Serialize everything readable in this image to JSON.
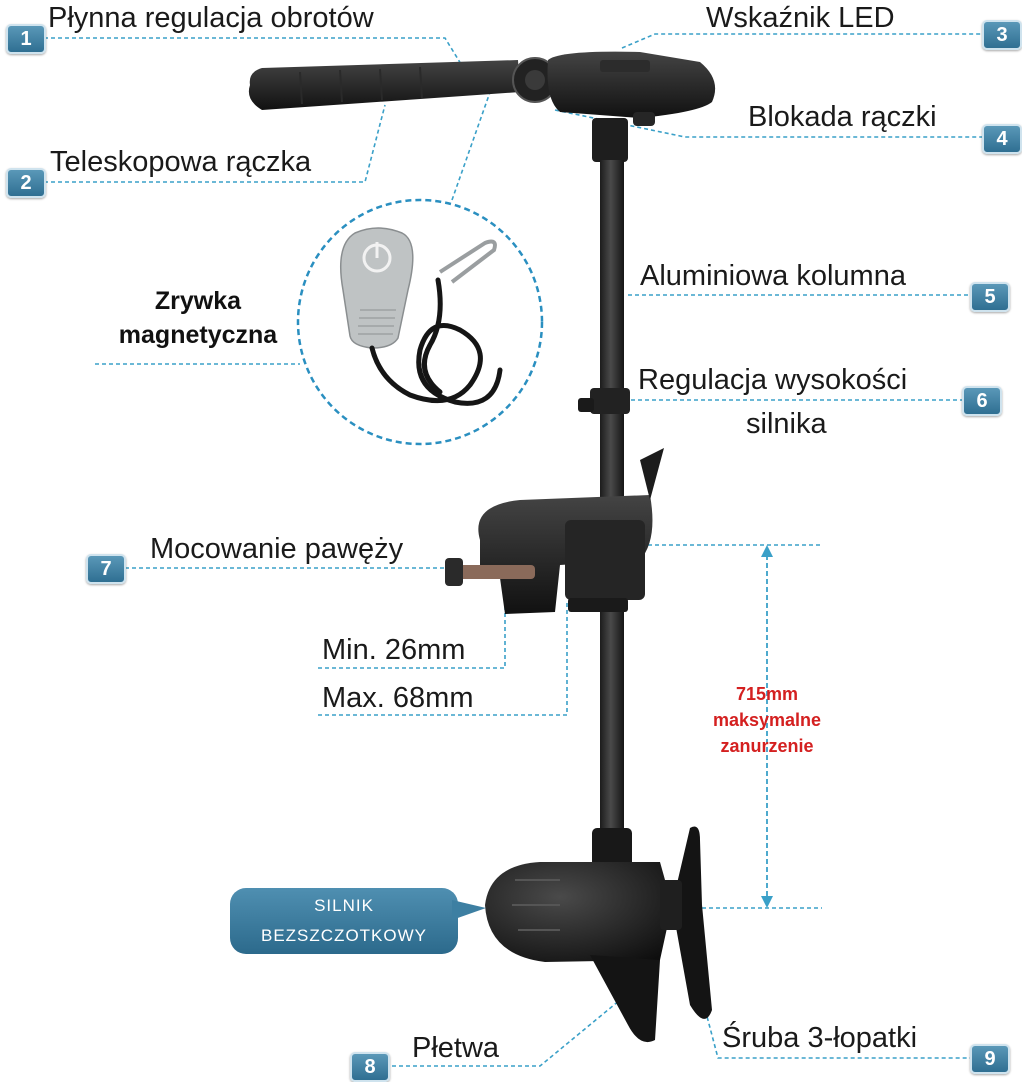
{
  "callouts": [
    {
      "num": "1",
      "text": "Płynna regulacja obrotów"
    },
    {
      "num": "2",
      "text": "Teleskopowa rączka"
    },
    {
      "num": "3",
      "text": "Wskaźnik LED"
    },
    {
      "num": "4",
      "text": "Blokada rączki"
    },
    {
      "num": "5",
      "text": "Aluminiowa kolumna"
    },
    {
      "num": "6",
      "text": "Regulacja wysokości",
      "text2": "silnika"
    },
    {
      "num": "7",
      "text": "Mocowanie pawęży"
    },
    {
      "num": "8",
      "text": "Płetwa"
    },
    {
      "num": "9",
      "text": "Śruba 3-łopatki"
    }
  ],
  "clamp": {
    "min": "Min. 26mm",
    "max": "Max. 68mm"
  },
  "kill_switch": {
    "line1": "Zrywka",
    "line2": "magnetyczna"
  },
  "depth": {
    "line1": "715mm",
    "line2": "maksymalne",
    "line3": "zanurzenie"
  },
  "motor_bubble": {
    "line1": "SILNIK",
    "line2": "BEZSZCZOTKOWY"
  },
  "colors": {
    "accent": "#3a7ca3",
    "leader": "#3aa0c8",
    "highlight": "#d42020"
  }
}
